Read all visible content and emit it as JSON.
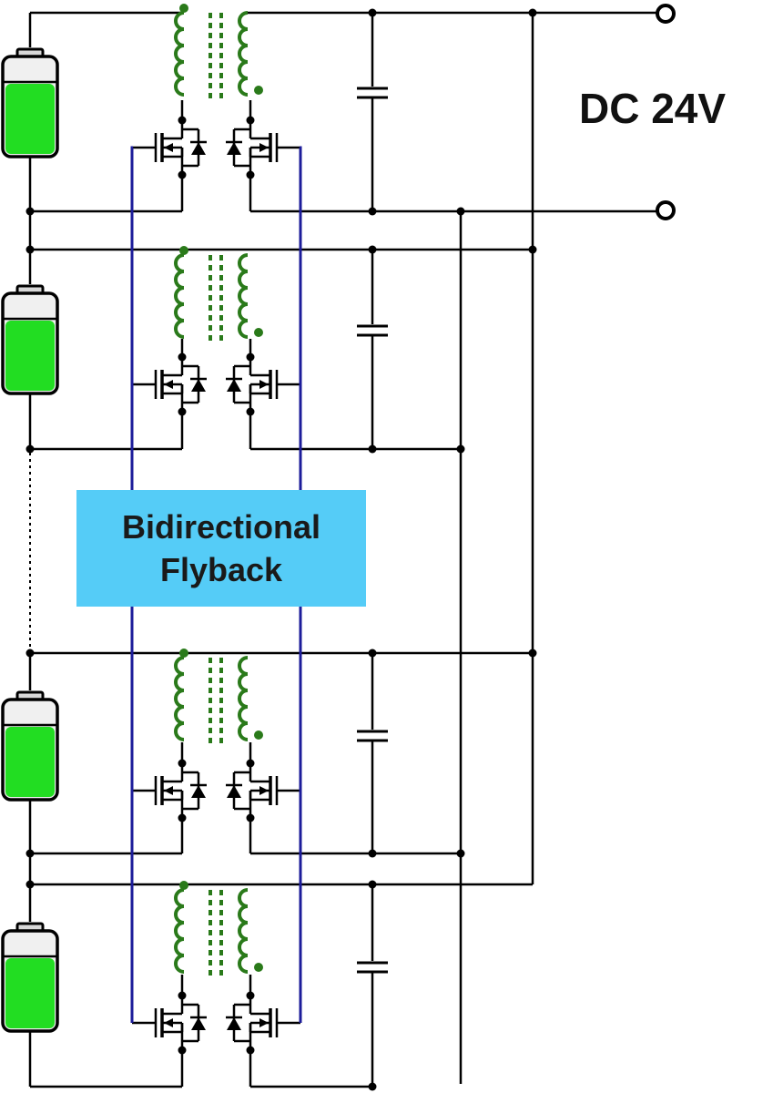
{
  "output_label": "DC 24V",
  "block_label": {
    "line1": "Bidirectional",
    "line2": "Flyback"
  },
  "cell_count": 4,
  "colors": {
    "wire": "#000000",
    "control_wire": "#1c1c9a",
    "transformer_winding": "#2a7a1a",
    "battery_charge": "#22dd22",
    "label_box": "#55ccf7"
  }
}
